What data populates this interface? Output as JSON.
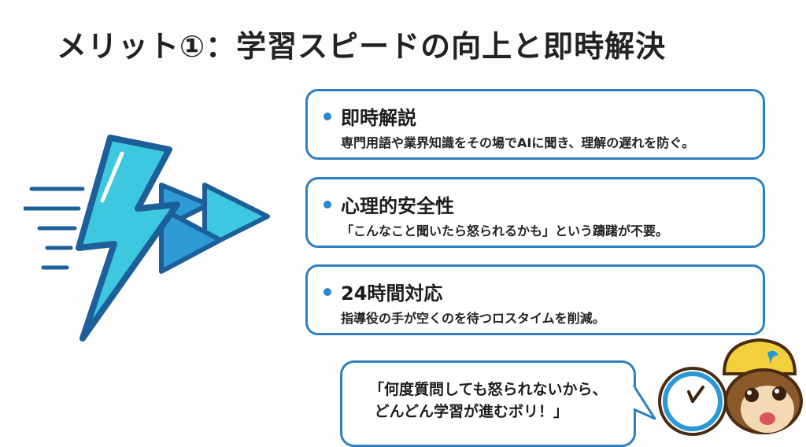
{
  "title": "メリット①：学習スピードの向上と即時解決",
  "cards": [
    {
      "heading": "即時解説",
      "description": "専門用語や業界知識をその場でAIに聞き、理解の遅れを防ぐ。"
    },
    {
      "heading": "心理的安全性",
      "description": "「こんなこと聞いたら怒られるかも」という躊躇が不要。"
    },
    {
      "heading": "24時間対応",
      "description": "指導役の手が空くのを待つロスタイムを削減。"
    }
  ],
  "speech_bubble": "「何度質問しても怒られないから、\n どんどん学習が進むボリ！」",
  "colors": {
    "accent": "#2e7fbf",
    "bolt": "#3ec8e0",
    "cap": "#f2cf3c"
  }
}
